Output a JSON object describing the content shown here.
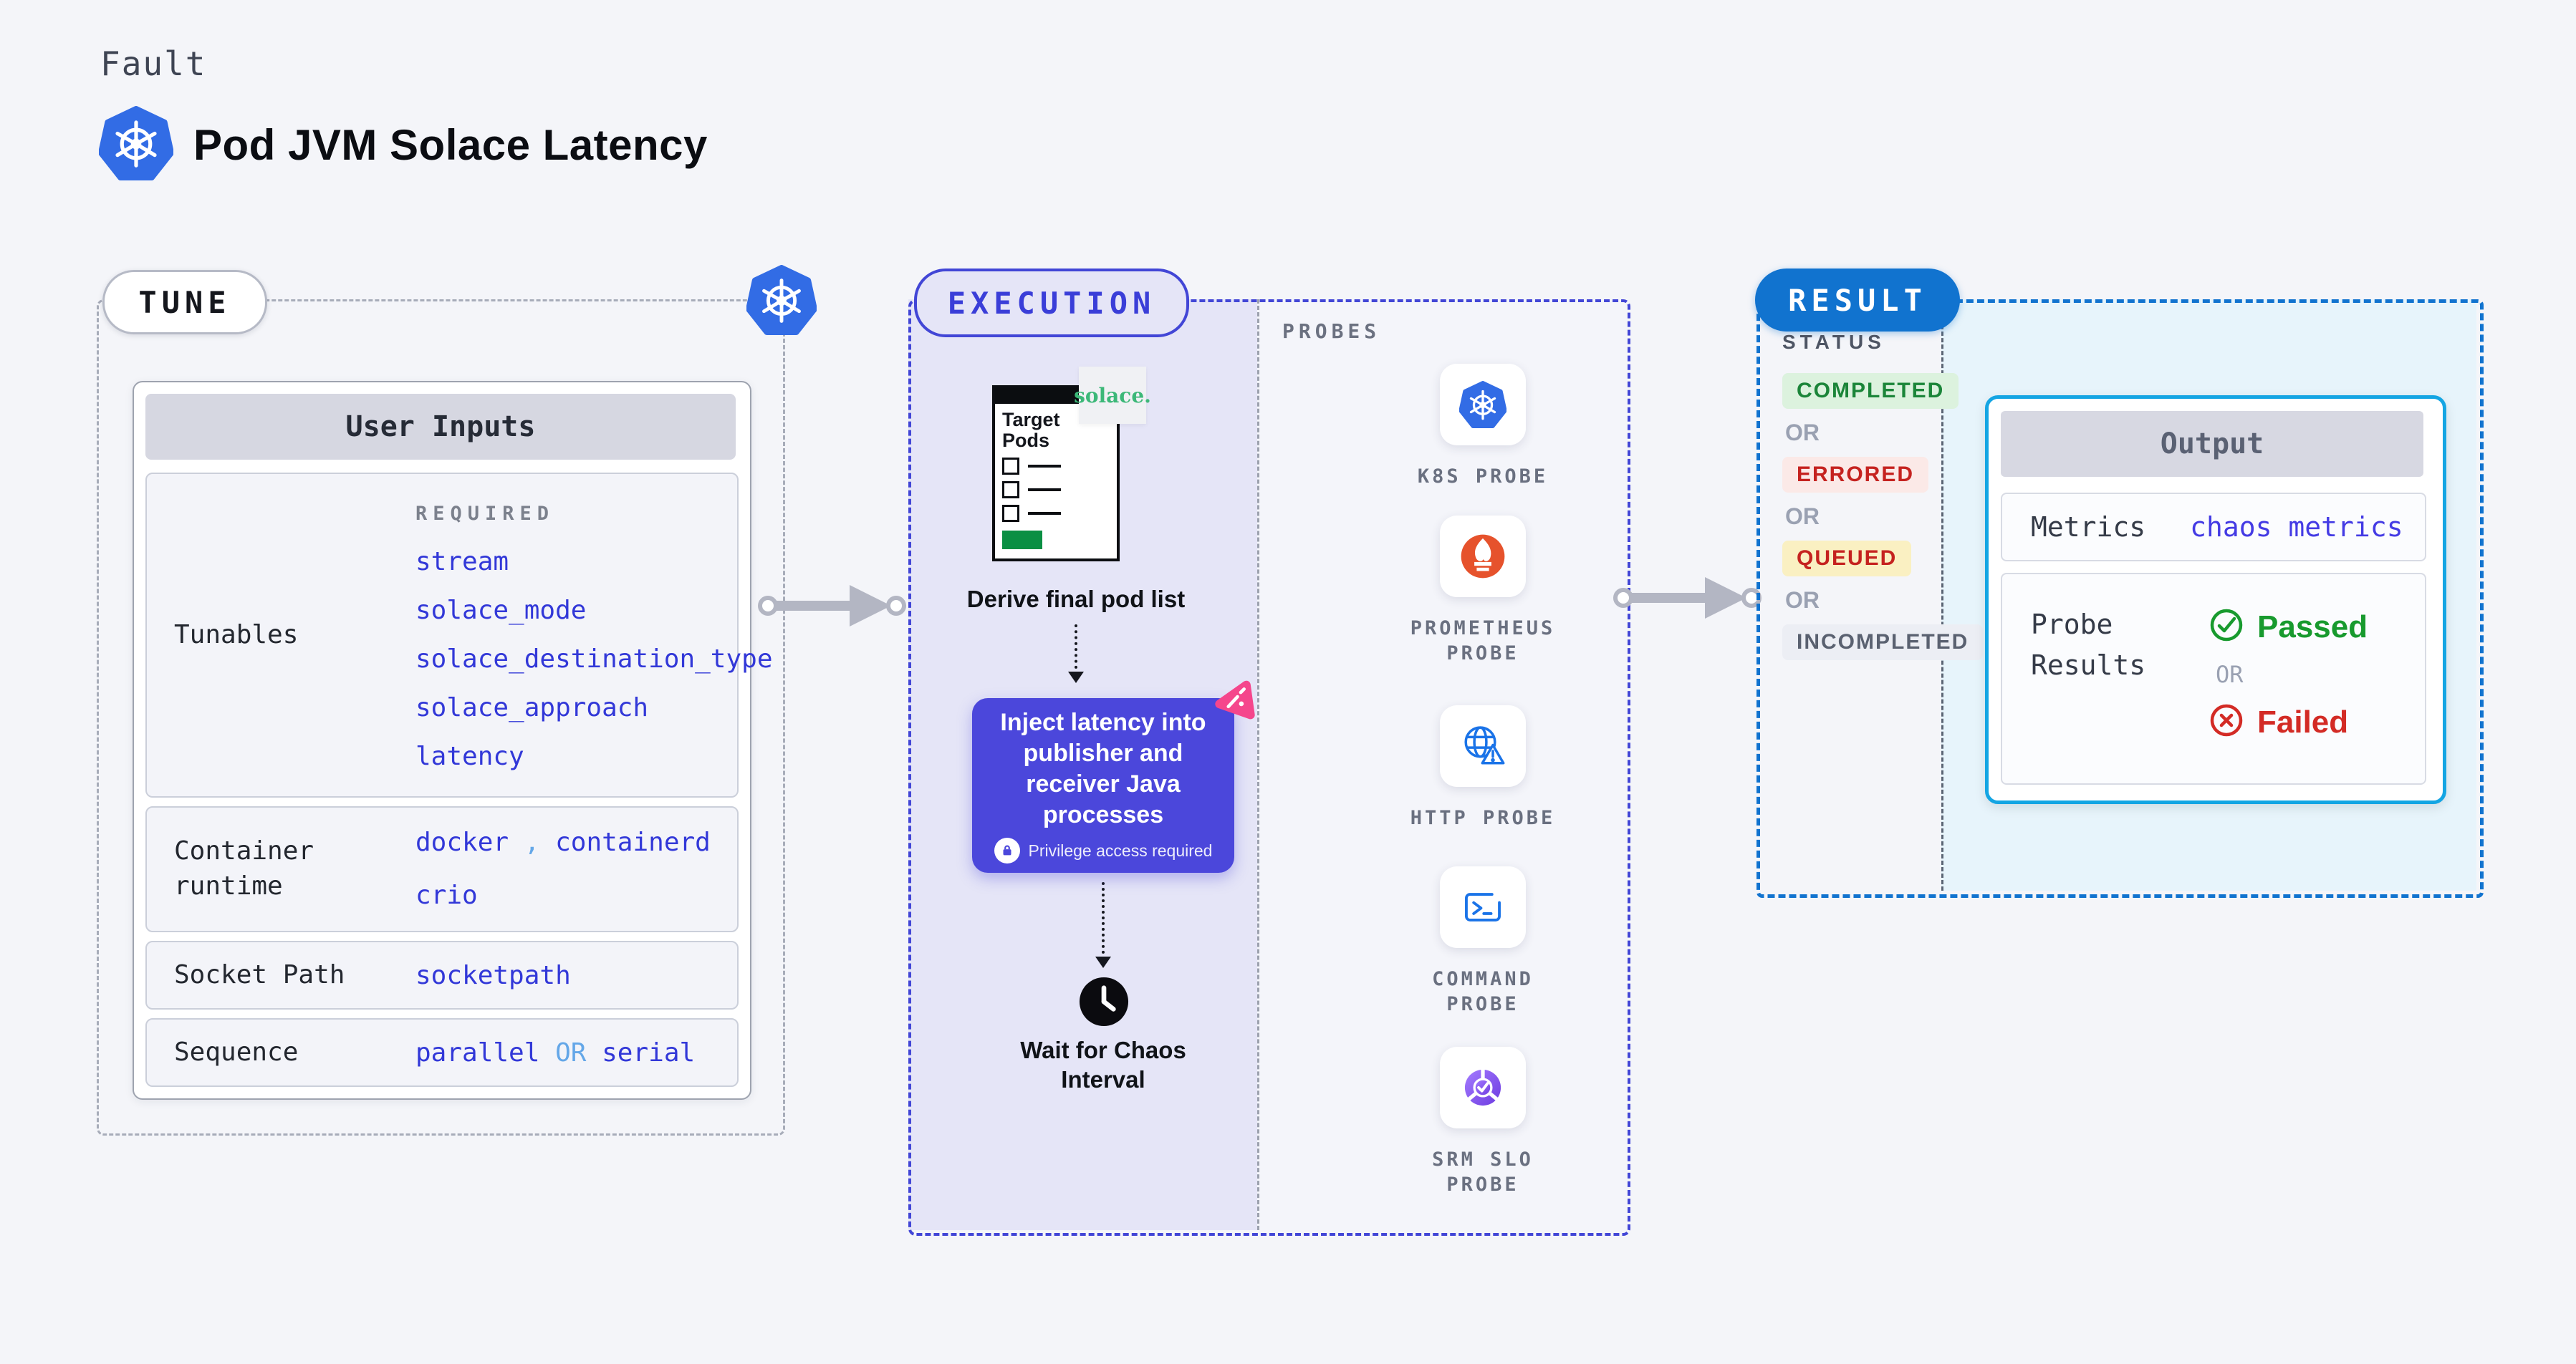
{
  "header": {
    "kicker": "Fault",
    "title": "Pod JVM Solace Latency"
  },
  "tune": {
    "badge": "TUNE",
    "user_inputs_title": "User Inputs",
    "required_label": "REQUIRED",
    "tunables_label": "Tunables",
    "tunables": [
      "stream",
      "solace_mode",
      "solace_destination_type",
      "solace_approach",
      "latency"
    ],
    "container_runtime_label": "Container runtime",
    "container_runtime": {
      "first": "docker",
      "comma": ",",
      "second": "containerd",
      "third": "crio"
    },
    "socket_path_label": "Socket Path",
    "socket_path_value": "socketpath",
    "sequence_label": "Sequence",
    "sequence": {
      "first": "parallel",
      "or": "OR",
      "second": "serial"
    }
  },
  "execution": {
    "badge": "EXECUTION",
    "target_pods_title": "Target Pods",
    "solace_logo": "solace.",
    "derive_label": "Derive final pod list",
    "inject_label": "Inject latency into publisher and receiver Java processes",
    "privilege_label": "Privilege access required",
    "wait_label": "Wait for Chaos Interval"
  },
  "probes": {
    "heading": "PROBES",
    "items": [
      {
        "label": "K8S PROBE",
        "icon": "kubernetes-icon"
      },
      {
        "label": "PROMETHEUS PROBE",
        "icon": "prometheus-icon"
      },
      {
        "label": "HTTP PROBE",
        "icon": "http-globe-warning-icon"
      },
      {
        "label": "COMMAND PROBE",
        "icon": "terminal-icon"
      },
      {
        "label": "SRM SLO PROBE",
        "icon": "slo-donut-check-icon"
      }
    ]
  },
  "result": {
    "badge": "RESULT",
    "status_label": "STATUS",
    "or_label": "OR",
    "statuses": [
      {
        "label": "COMPLETED",
        "tone": "green"
      },
      {
        "label": "ERRORED",
        "tone": "red"
      },
      {
        "label": "QUEUED",
        "tone": "yellow"
      },
      {
        "label": "INCOMPLETED",
        "tone": "gray"
      }
    ],
    "output": {
      "title": "Output",
      "metrics_label": "Metrics",
      "metrics_value": "chaos metrics",
      "probe_results_label": "Probe Results",
      "passed_label": "Passed",
      "or_label": "OR",
      "failed_label": "Failed"
    }
  },
  "colors": {
    "page_bg": "#F4F5F9",
    "kubernetes_blue": "#326CE5",
    "execution_indigo": "#4246D6",
    "execution_fill": "#E5E5F7",
    "inject_indigo": "#4B47DB",
    "chaos_pink": "#F5468C",
    "result_blue": "#1173CF",
    "result_fill": "#E7F4FB",
    "output_cyan": "#14A5E3",
    "value_blue": "#3238D8",
    "light_blue": "#64A7E8",
    "solace_green": "#3CB878",
    "prometheus_orange": "#E6522C",
    "passed_green": "#189A2E",
    "failed_red": "#D32B25"
  }
}
